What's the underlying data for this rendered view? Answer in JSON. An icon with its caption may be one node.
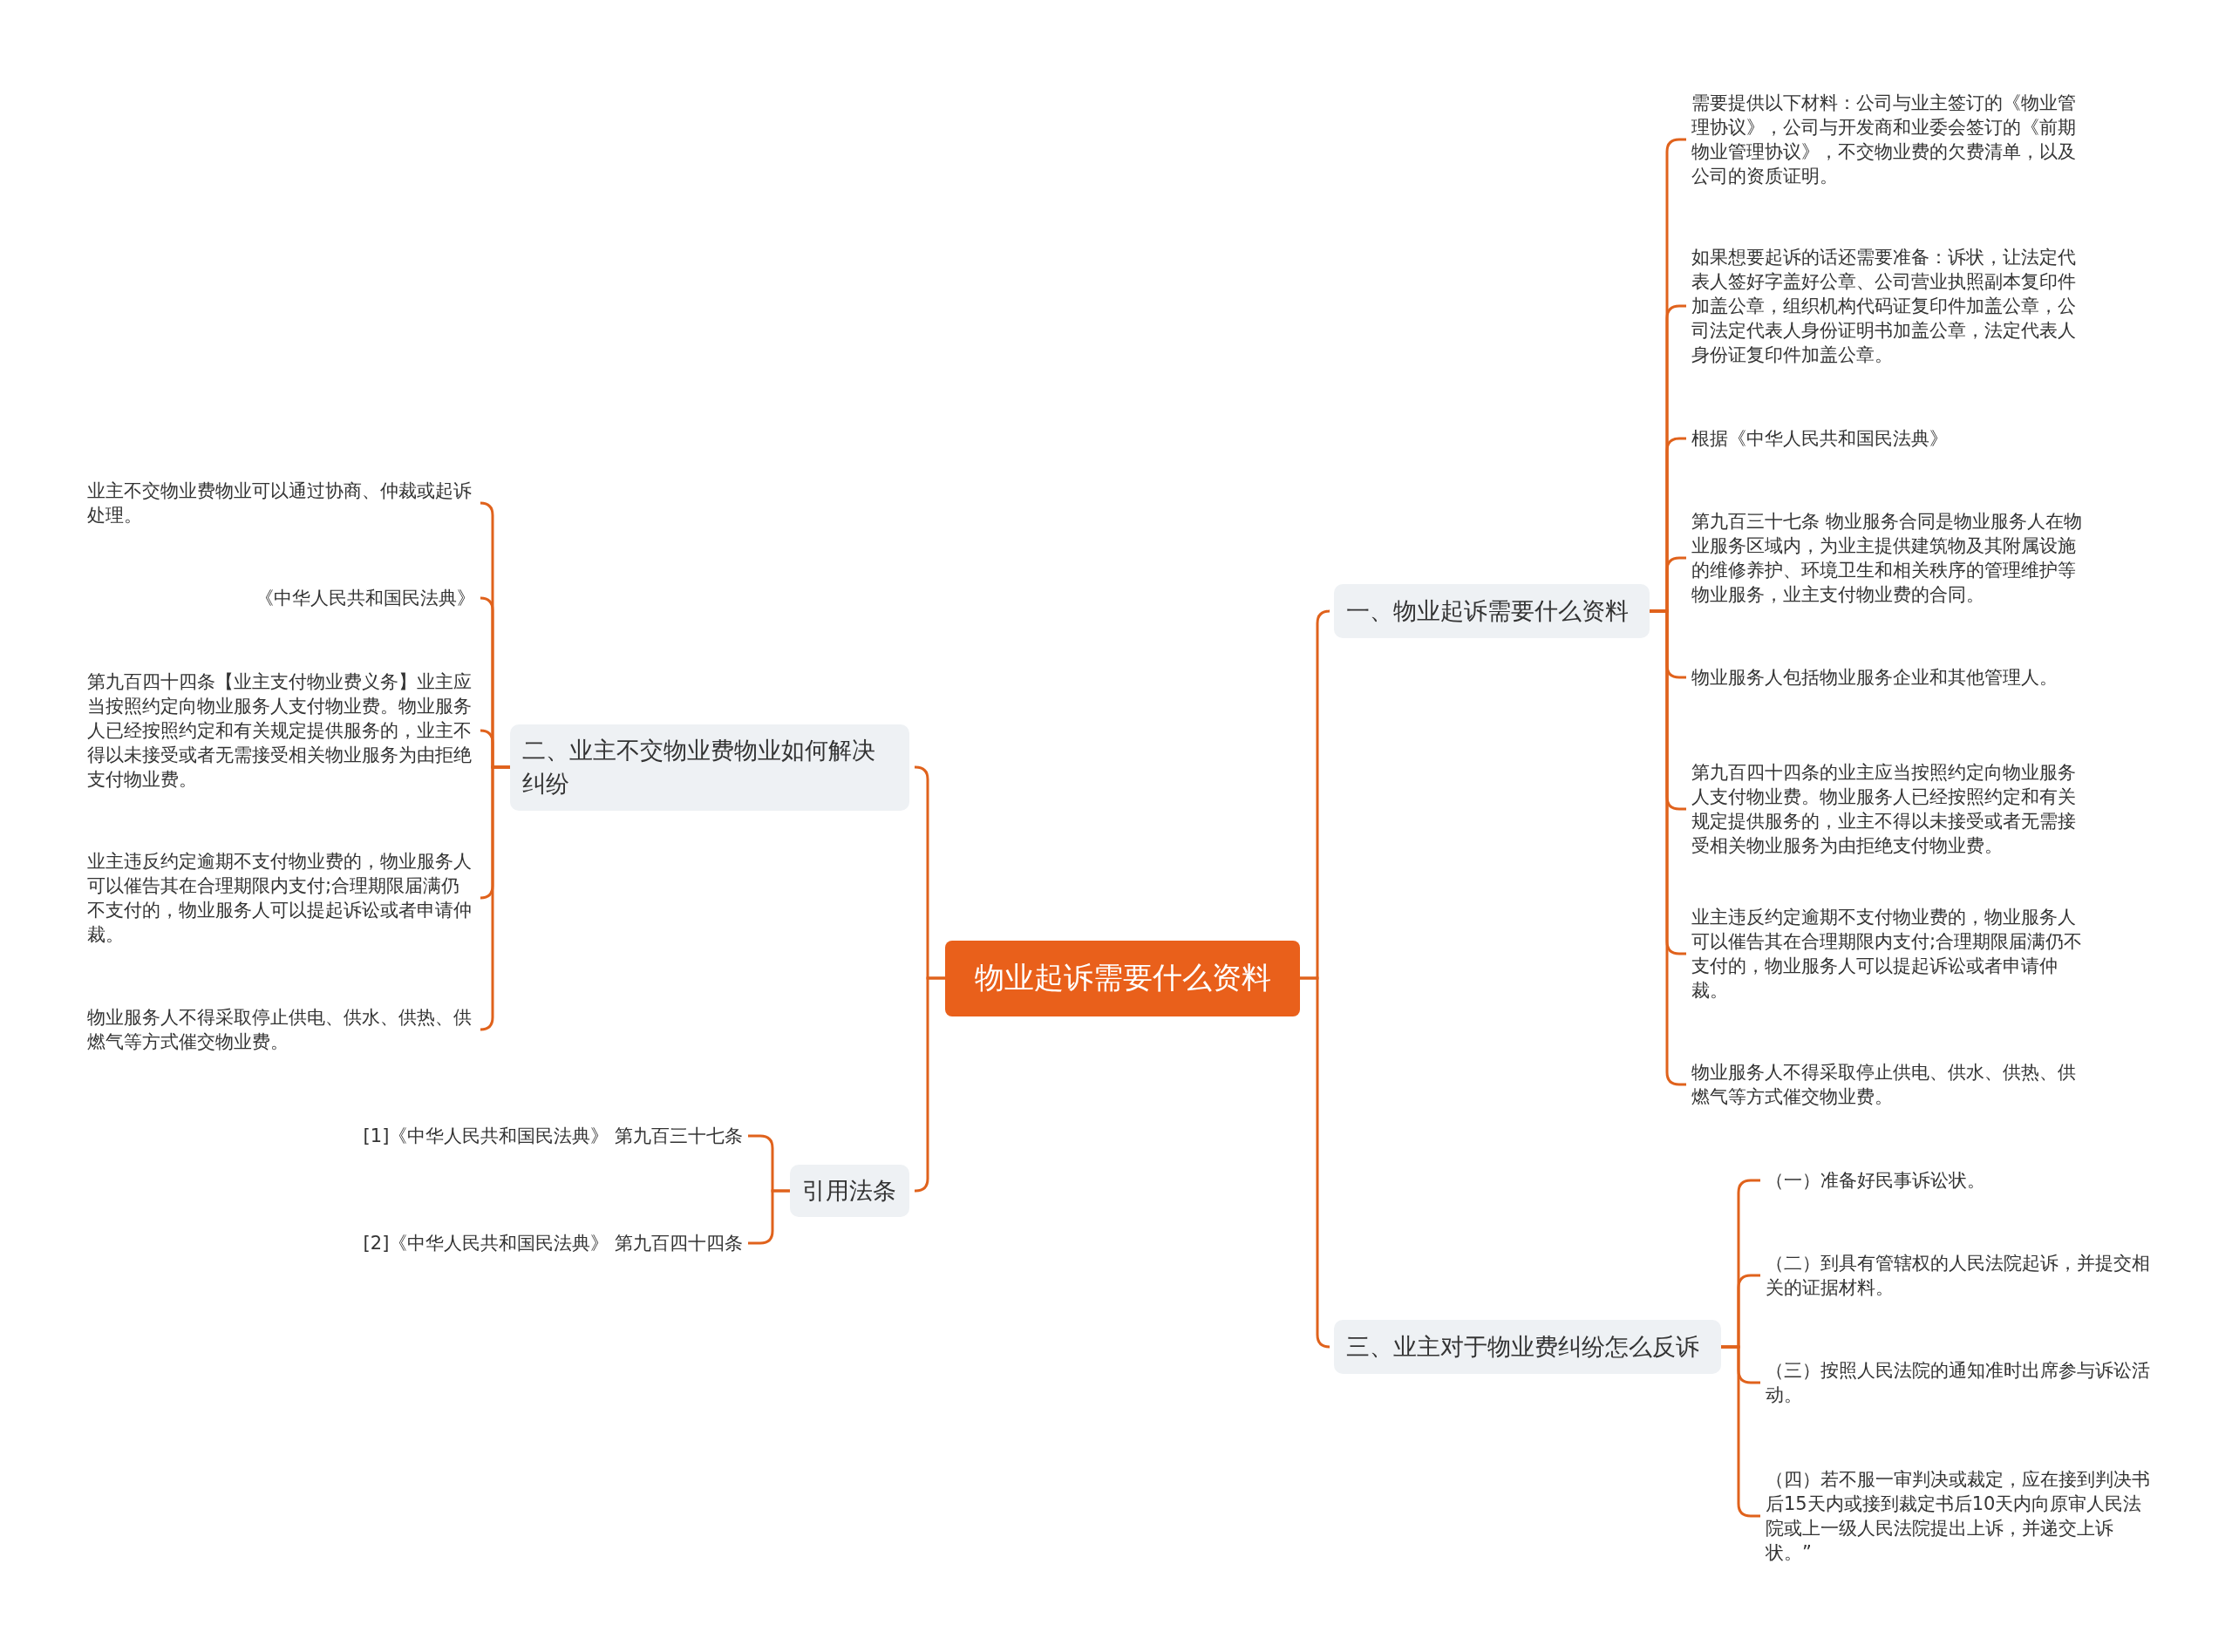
{
  "diagram": {
    "nodes": [
      {
        "text": [
          "物业起诉需要什么资料"
        ]
      },
      {
        "text": [
          "一、物业起诉需要什么资料"
        ]
      },
      {
        "text": [
          "需要提供以下材料：公司与业主签订的《物业管理协议》，公司与开发商和业委会签订的《前期物业管理协议》，不交物业费的欠费清单，以及公司的资质证明。"
        ]
      },
      {
        "text": [
          "如果想要起诉的话还需要准备：诉状，让法定代表人签好字盖好公章、公司营业执照副本复印件加盖公章，组织机构代码证复印件加盖公章，公司法定代表人身份证明书加盖公章，法定代表人身份证复印件加盖公章。"
        ]
      },
      {
        "text": [
          "根据《中华人民共和国民法典》"
        ]
      },
      {
        "text": [
          "第九百三十七条 物业服务合同是物业服务人在物业服务区域内，为业主提供建筑物及其附属设施的维修养护、环境卫生和相关秩序的管理维护等物业服务，业主支付物业费的合同。"
        ]
      },
      {
        "text": [
          "物业服务人包括物业服务企业和其他管理人。"
        ]
      },
      {
        "text": [
          "第九百四十四条的业主应当按照约定向物业服务人支付物业费。物业服务人已经按照约定和有关规定提供服务的，业主不得以未接受或者无需接受相关物业服务为由拒绝支付物业费。"
        ]
      },
      {
        "text": [
          "业主违反约定逾期不支付物业费的，物业服务人可以催告其在合理期限内支付;合理期限届满仍不支付的，物业服务人可以提起诉讼或者申请仲裁。"
        ]
      },
      {
        "text": [
          "物业服务人不得采取停止供电、供水、供热、供燃气等方式催交物业费。"
        ]
      },
      {
        "text": [
          "二、业主不交物业费物业如何解决纠纷"
        ]
      },
      {
        "text": [
          "业主不交物业费物业可以通过协商、仲裁或起诉处理。"
        ]
      },
      {
        "text": [
          "《中华人民共和国民法典》"
        ]
      },
      {
        "text": [
          "第九百四十四条【业主支付物业费义务】业主应当按照约定向物业服务人支付物业费。物业服务人已经按照约定和有关规定提供服务的，业主不得以未接受或者无需接受相关物业服务为由拒绝支付物业费。"
        ]
      },
      {
        "text": [
          "业主违反约定逾期不支付物业费的，物业服务人可以催告其在合理期限内支付;合理期限届满仍不支付的，物业服务人可以提起诉讼或者申请仲裁。"
        ]
      },
      {
        "text": [
          "物业服务人不得采取停止供电、供水、供热、供燃气等方式催交物业费。"
        ]
      },
      {
        "text": [
          "三、业主对于物业费纠纷怎么反诉"
        ]
      },
      {
        "text": [
          "（一）准备好民事诉讼状。"
        ]
      },
      {
        "text": [
          "（二）到具有管辖权的人民法院起诉，并提交相关的证据材料。"
        ]
      },
      {
        "text": [
          "（三）按照人民法院的通知准时出席参与诉讼活动。"
        ]
      },
      {
        "text": [
          "（四）若不服一审判决或裁定，应在接到判决书后15天内或接到裁定书后10天内向原审人民法院或上一级人民法院提出上诉，并递交上诉状。”"
        ]
      },
      {
        "text": [
          "引用法条"
        ]
      },
      {
        "text": [
          "[1]《中华人民共和国民法典》 第九百三十七条"
        ]
      },
      {
        "text": [
          "[2]《中华人民共和国民法典》 第九百四十四条"
        ]
      }
    ],
    "edges": [
      {
        "from": 0,
        "to": 1,
        "arrow": "none"
      },
      {
        "from": 1,
        "to": 2,
        "arrow": "none"
      },
      {
        "from": 1,
        "to": 3,
        "arrow": "none"
      },
      {
        "from": 1,
        "to": 4,
        "arrow": "none"
      },
      {
        "from": 1,
        "to": 5,
        "arrow": "none"
      },
      {
        "from": 1,
        "to": 6,
        "arrow": "none"
      },
      {
        "from": 1,
        "to": 7,
        "arrow": "none"
      },
      {
        "from": 1,
        "to": 8,
        "arrow": "none"
      },
      {
        "from": 1,
        "to": 9,
        "arrow": "none"
      },
      {
        "from": 0,
        "to": 10,
        "arrow": "none"
      },
      {
        "from": 10,
        "to": 11,
        "arrow": "none"
      },
      {
        "from": 10,
        "to": 12,
        "arrow": "none"
      },
      {
        "from": 10,
        "to": 13,
        "arrow": "none"
      },
      {
        "from": 10,
        "to": 14,
        "arrow": "none"
      },
      {
        "from": 10,
        "to": 15,
        "arrow": "none"
      },
      {
        "from": 0,
        "to": 16,
        "arrow": "none"
      },
      {
        "from": 16,
        "to": 17,
        "arrow": "none"
      },
      {
        "from": 16,
        "to": 18,
        "arrow": "none"
      },
      {
        "from": 16,
        "to": 19,
        "arrow": "none"
      },
      {
        "from": 16,
        "to": 20,
        "arrow": "none"
      },
      {
        "from": 0,
        "to": 21,
        "arrow": "none"
      },
      {
        "from": 21,
        "to": 22,
        "arrow": "none"
      },
      {
        "from": 21,
        "to": 23,
        "arrow": "none"
      }
    ]
  }
}
